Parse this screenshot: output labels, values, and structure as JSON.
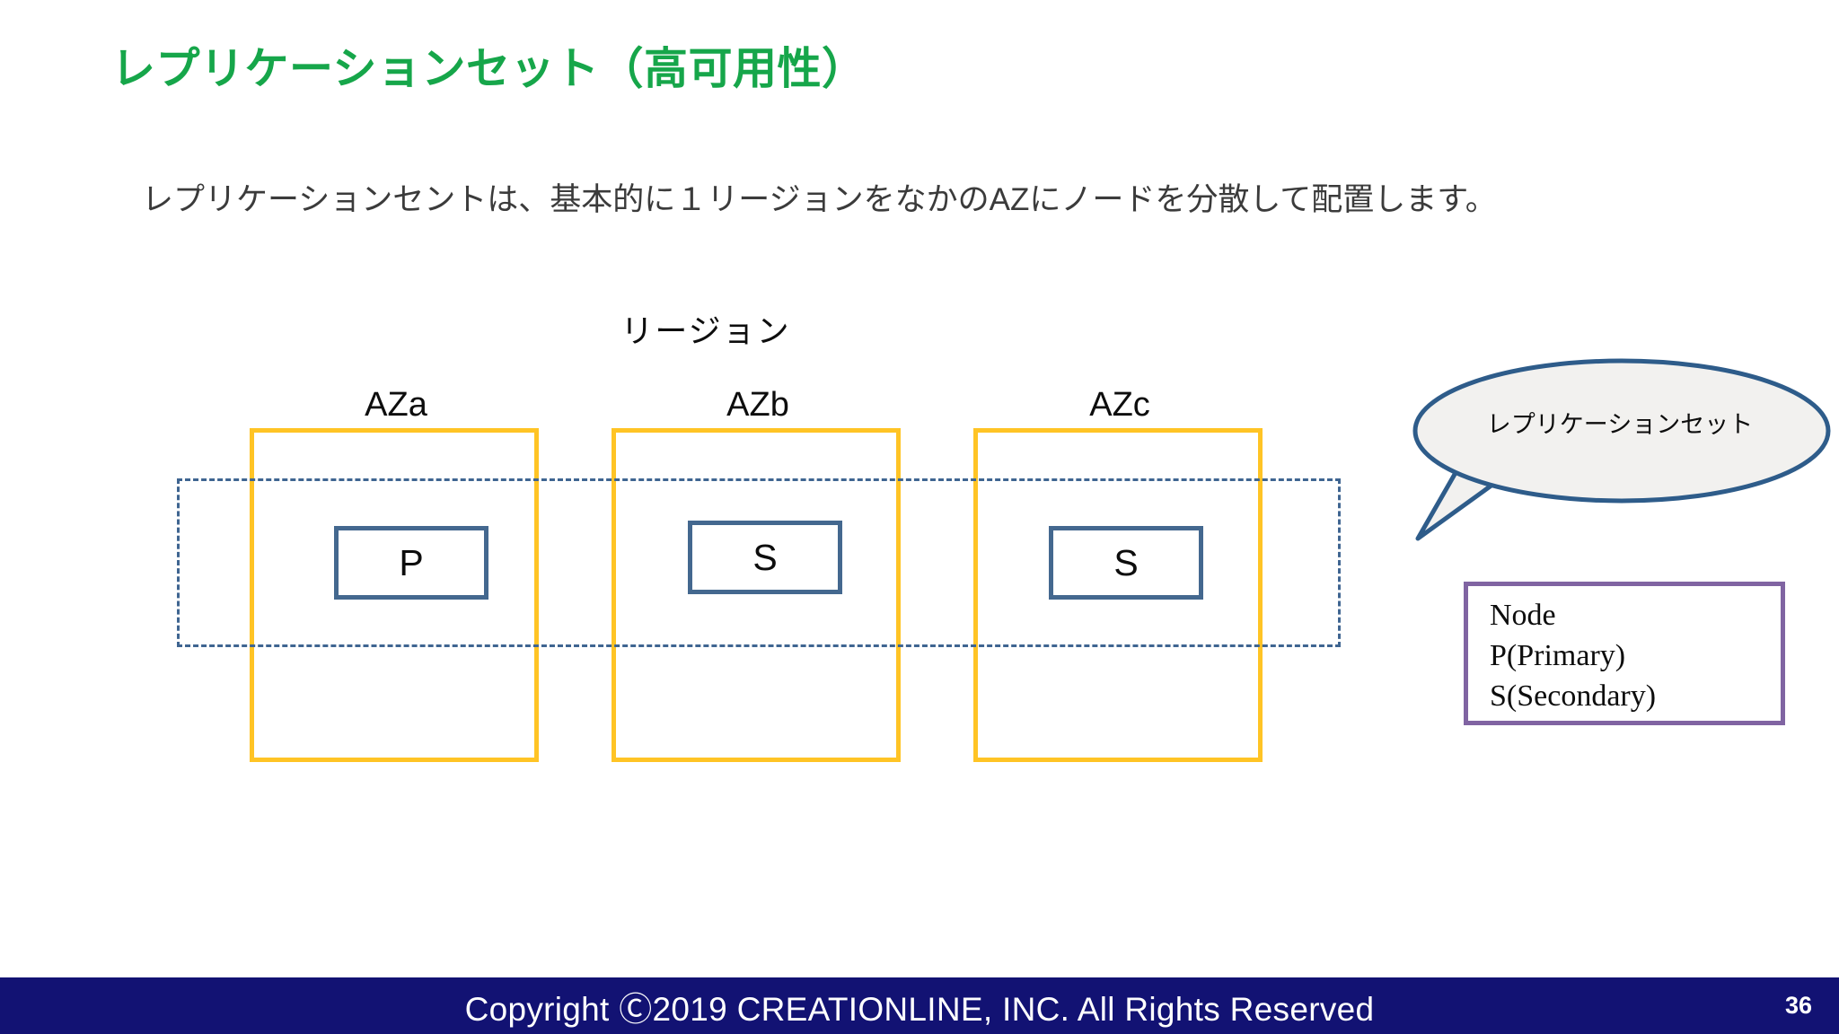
{
  "slide": {
    "title": "レプリケーションセット（高可用性）",
    "title_color": "#16A64A",
    "body_text": "レプリケーションセントは、基本的に１リージョンをなかのAZにノードを分散して配置します。",
    "page_number": "36"
  },
  "diagram": {
    "region_label": "リージョン",
    "az_border_color": "#FFC425",
    "node_border_color": "#44688F",
    "replset_border_color": "#3F6591",
    "zones": [
      {
        "label": "AZa",
        "node": "P"
      },
      {
        "label": "AZb",
        "node": "S"
      },
      {
        "label": "AZc",
        "node": "S"
      }
    ]
  },
  "callout": {
    "text": "レプリケーションセット",
    "border_color": "#2E5C8A",
    "fill_color": "#F2F1EF"
  },
  "legend": {
    "border_color": "#8064A2",
    "lines": [
      "Node",
      "P(Primary)",
      "S(Secondary)"
    ]
  },
  "footer": {
    "background_color": "#121273",
    "copyright": "Copyright Ⓒ2019 CREATIONLINE, INC. All Rights Reserved"
  }
}
